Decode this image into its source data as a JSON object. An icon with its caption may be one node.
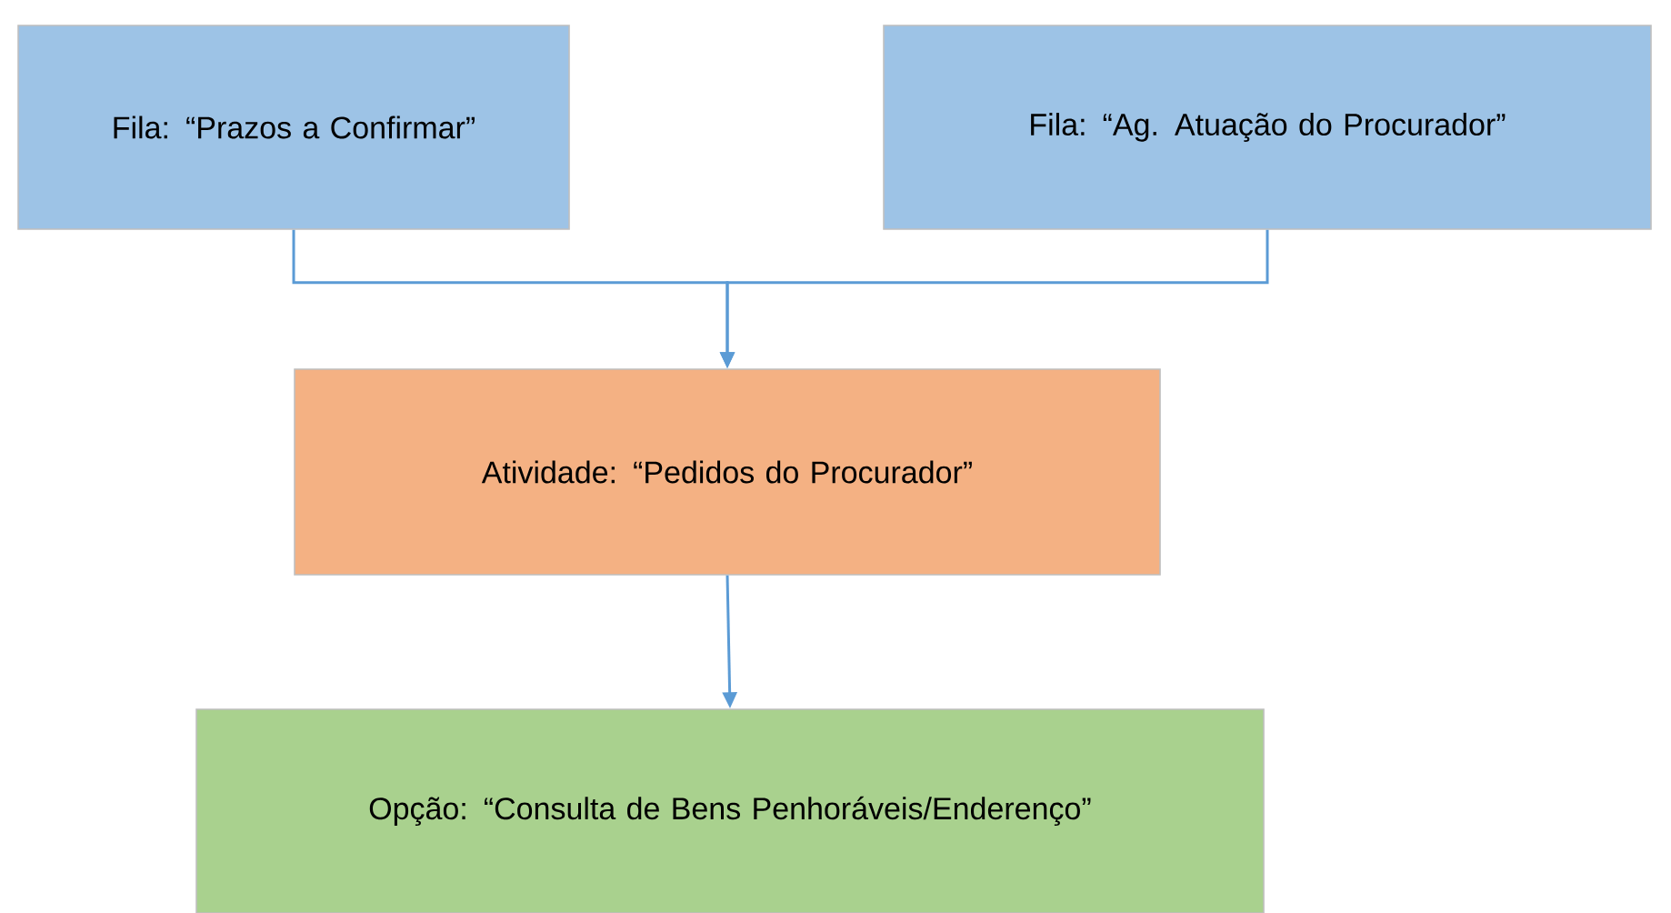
{
  "diagram": {
    "nodes": [
      {
        "text": [
          "Fila: “Prazos a Confirmar”"
        ]
      },
      {
        "text": [
          "Fila: “Ag. Atuação do Procurador”"
        ]
      },
      {
        "text": [
          "Atividade: “Pedidos do Procurador”"
        ]
      },
      {
        "text": [
          "Opção: “Consulta de Bens Penhoráveis/Enderenço”"
        ]
      }
    ],
    "edges": [
      {
        "from": 0,
        "to": 2,
        "arrow": "to"
      },
      {
        "from": 1,
        "to": 2,
        "arrow": "to"
      },
      {
        "from": 2,
        "to": 3,
        "arrow": "to"
      }
    ]
  }
}
